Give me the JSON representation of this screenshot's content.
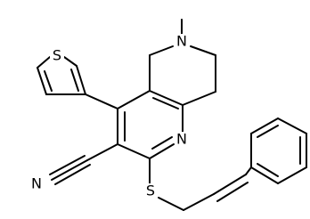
{
  "diagram": {
    "kind": "chemical-structure",
    "atom_labels": {
      "ring_nitrogen_top": "N",
      "pyridine_nitrogen": "N",
      "thiophene_sulfur": "S",
      "thioether_sulfur": "S",
      "nitrile_nitrogen": "N"
    },
    "colors": {
      "bond": "#000000",
      "label": "#000000",
      "background": "#ffffff"
    }
  }
}
